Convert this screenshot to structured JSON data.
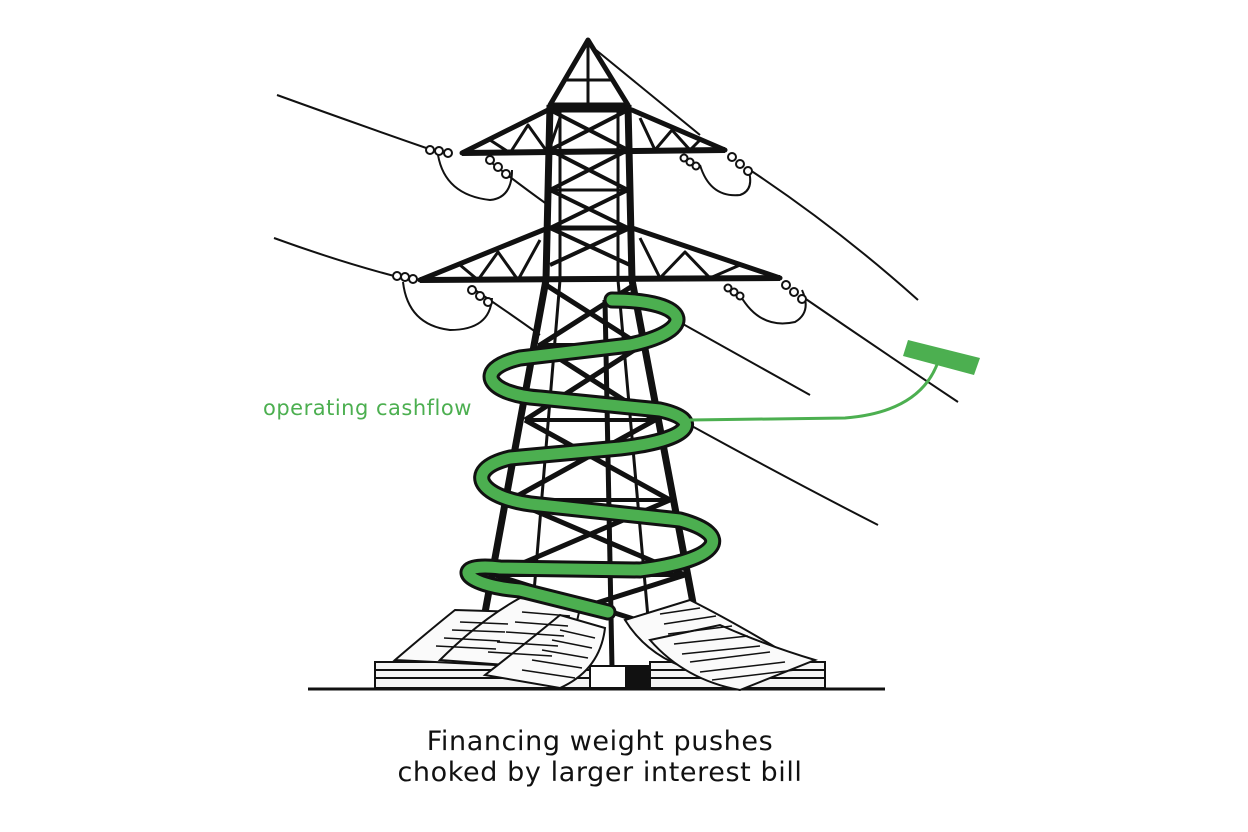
{
  "colors": {
    "accent": "#4caf50",
    "ink": "#111111",
    "paper": "#f4f4f4"
  },
  "illustration": {
    "subject": "transmission-tower",
    "flow_label": "operating cashflow"
  },
  "caption": {
    "line1": "Financing weight pushes",
    "line2": "choked by larger interest bill"
  }
}
